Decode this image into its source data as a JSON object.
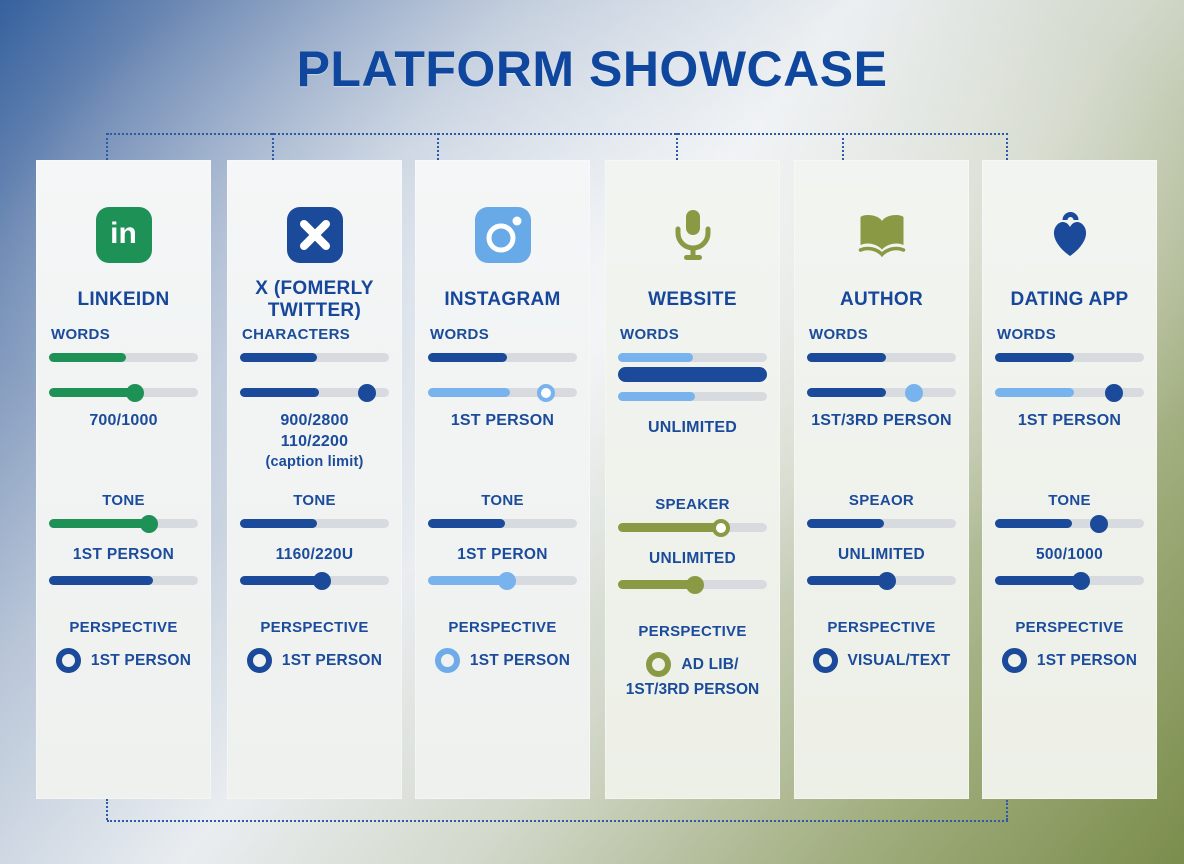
{
  "title": "PLATFORM SHOWCASE",
  "colors": {
    "navy": "#1a4a99",
    "green": "#1e9157",
    "lightblue": "#79b3ed",
    "olive": "#8a9a44",
    "track_gray": "#d7dbe0",
    "title_blue": "#10479e",
    "connector_blue": "#2d59a6"
  },
  "columns": [
    {
      "name": "linkedin",
      "icon": "linkedin-icon",
      "title": "LINKEIDN",
      "metric_label": "WORDS",
      "words_bar": {
        "pct": 52,
        "color": "#1e9157"
      },
      "words_slider_fill": {
        "pct": 58,
        "color": "#1e9157"
      },
      "words_slider_knob": {
        "pct": 58,
        "color": "#1e9157"
      },
      "values": [
        "700/1000"
      ],
      "mid1_label": "TONE",
      "mid1_fill": {
        "pct": 67,
        "color": "#1e9157"
      },
      "mid1_knob": {
        "pct": 67,
        "color": "#1e9157"
      },
      "mid2_label": "1ST PERSON",
      "mid2_fill": {
        "pct": 70,
        "color": "#1a4a99"
      },
      "perspective_label": "PERSPECTIVE",
      "perspective_value": "1ST PERSON",
      "radio_color": "#1a4a99"
    },
    {
      "name": "x-twitter",
      "icon": "x-icon",
      "title": "X (FOMERLY TWITTER)",
      "metric_label": "CHARACTERS",
      "words_bar": {
        "pct": 52,
        "color": "#1a4a99"
      },
      "words_slider_fill": {
        "pct": 53,
        "color": "#1a4a99"
      },
      "words_slider_knob": {
        "pct": 85,
        "color": "#1a4a99"
      },
      "values": [
        "900/2800",
        "110/2200",
        "(caption limit)"
      ],
      "mid1_label": "TONE",
      "mid1_fill": {
        "pct": 52,
        "color": "#1a4a99"
      },
      "mid2_label": "1160/220U",
      "mid2_fill": {
        "pct": 55,
        "color": "#1a4a99"
      },
      "mid2_knob": {
        "pct": 55,
        "color": "#1a4a99"
      },
      "perspective_label": "PERSPECTIVE",
      "perspective_value": "1ST PERSON",
      "radio_color": "#1a4a99"
    },
    {
      "name": "instagram",
      "icon": "instagram-icon",
      "title": "INSTAGRAM",
      "metric_label": "WORDS",
      "words_bar": {
        "pct": 53,
        "color": "#1a4a99"
      },
      "words_slider_fill": {
        "pct": 55,
        "color": "#79b3ed"
      },
      "words_slider_knob": {
        "pct": 79,
        "color": "#79b3ed",
        "ring": true
      },
      "values": [
        "1ST PERSON"
      ],
      "mid1_label": "TONE",
      "mid1_fill": {
        "pct": 52,
        "color": "#1a4a99"
      },
      "mid2_label": "1ST PERON",
      "mid2_fill": {
        "pct": 53,
        "color": "#79b3ed"
      },
      "mid2_knob": {
        "pct": 53,
        "color": "#79b3ed"
      },
      "perspective_label": "PERSPECTIVE",
      "perspective_value": "1ST PERSON",
      "radio_color": "#6fabe9"
    },
    {
      "name": "website",
      "icon": "microphone-icon",
      "title": "WEBSITE",
      "metric_label": "WORDS",
      "words_thin1": {
        "pct": 50,
        "color": "#79b3ed"
      },
      "words_thick": {
        "pct": 100,
        "color": "#1a4a99"
      },
      "words_thin2": {
        "pct": 52,
        "color": "#79b3ed"
      },
      "values": [
        "UNLIMITED"
      ],
      "mid1_label": "SPEAKER",
      "mid1_fill": {
        "pct": 69,
        "color": "#8a9a44"
      },
      "mid1_knob": {
        "pct": 69,
        "color": "#8a9a44",
        "ring": true
      },
      "mid2_label": "UNLIMITED",
      "mid2_fill": {
        "pct": 52,
        "color": "#8a9a44"
      },
      "mid2_knob": {
        "pct": 52,
        "color": "#8a9a44"
      },
      "perspective_label": "PERSPECTIVE",
      "perspective_value": "AD LIB/",
      "perspective_value2": "1ST/3RD PERSON",
      "radio_color": "#8a9a44"
    },
    {
      "name": "author",
      "icon": "open-book-icon",
      "title": "AUTHOR",
      "metric_label": "WORDS",
      "words_bar": {
        "pct": 53,
        "color": "#1a4a99"
      },
      "words_slider_fill": {
        "pct": 53,
        "color": "#1a4a99"
      },
      "words_slider_knob": {
        "pct": 72,
        "color": "#79b3ed"
      },
      "values": [
        "1ST/3RD PERSON"
      ],
      "mid1_label": "SPEAOR",
      "mid1_fill": {
        "pct": 52,
        "color": "#1a4a99"
      },
      "mid2_label": "UNLIMITED",
      "mid2_fill": {
        "pct": 54,
        "color": "#1a4a99"
      },
      "mid2_knob": {
        "pct": 54,
        "color": "#1a4a99"
      },
      "perspective_label": "PERSPECTIVE",
      "perspective_value": "VISUAL/TEXT",
      "radio_color": "#1a4a99"
    },
    {
      "name": "dating-app",
      "icon": "heart-icon",
      "title": "DATING APP",
      "metric_label": "WORDS",
      "words_bar": {
        "pct": 53,
        "color": "#1a4a99"
      },
      "words_slider_fill": {
        "pct": 53,
        "color": "#79b3ed"
      },
      "words_slider_knob": {
        "pct": 80,
        "color": "#1a4a99"
      },
      "values": [
        "1ST PERSON"
      ],
      "mid1_label": "TONE",
      "mid1_fill": {
        "pct": 52,
        "color": "#1a4a99"
      },
      "mid1_knob": {
        "pct": 70,
        "color": "#1a4a99"
      },
      "mid2_label": "500/1000",
      "mid2_fill": {
        "pct": 58,
        "color": "#1a4a99"
      },
      "mid2_knob": {
        "pct": 58,
        "color": "#1a4a99"
      },
      "perspective_label": "PERSPECTIVE",
      "perspective_value": "1ST PERSON",
      "radio_color": "#1a4a99"
    }
  ]
}
